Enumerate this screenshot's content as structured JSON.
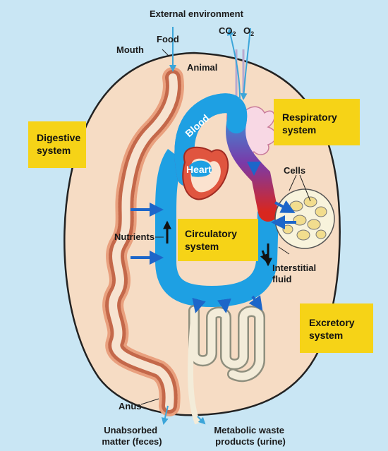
{
  "labels": {
    "external_environment": "External environment",
    "food": "Food",
    "co2": "CO",
    "co2_sub": "2",
    "o2": "O",
    "o2_sub": "2",
    "mouth": "Mouth",
    "animal": "Animal",
    "blood": "Blood",
    "heart": "Heart",
    "cells": "Cells",
    "nutrients": "Nutrients",
    "interstitial_fluid_line1": "Interstitial",
    "interstitial_fluid_line2": "fluid",
    "anus": "Anus",
    "unabsorbed_line1": "Unabsorbed",
    "unabsorbed_line2": "matter (feces)",
    "metabolic_line1": "Metabolic waste",
    "metabolic_line2": "products (urine)"
  },
  "system_boxes": {
    "digestive": {
      "line1": "Digestive",
      "line2": "system"
    },
    "respiratory": {
      "line1": "Respiratory",
      "line2": "system"
    },
    "circulatory": {
      "line1": "Circulatory",
      "line2": "system"
    },
    "excretory": {
      "line1": "Excretory",
      "line2": "system"
    }
  },
  "colors": {
    "background": "#c9e6f4",
    "body": "#f6dcc4",
    "label_box": "#f6d317",
    "blood_blue": "#1ea0e3",
    "blood_red": "#d8271f",
    "arrow": "#1d66c9"
  }
}
